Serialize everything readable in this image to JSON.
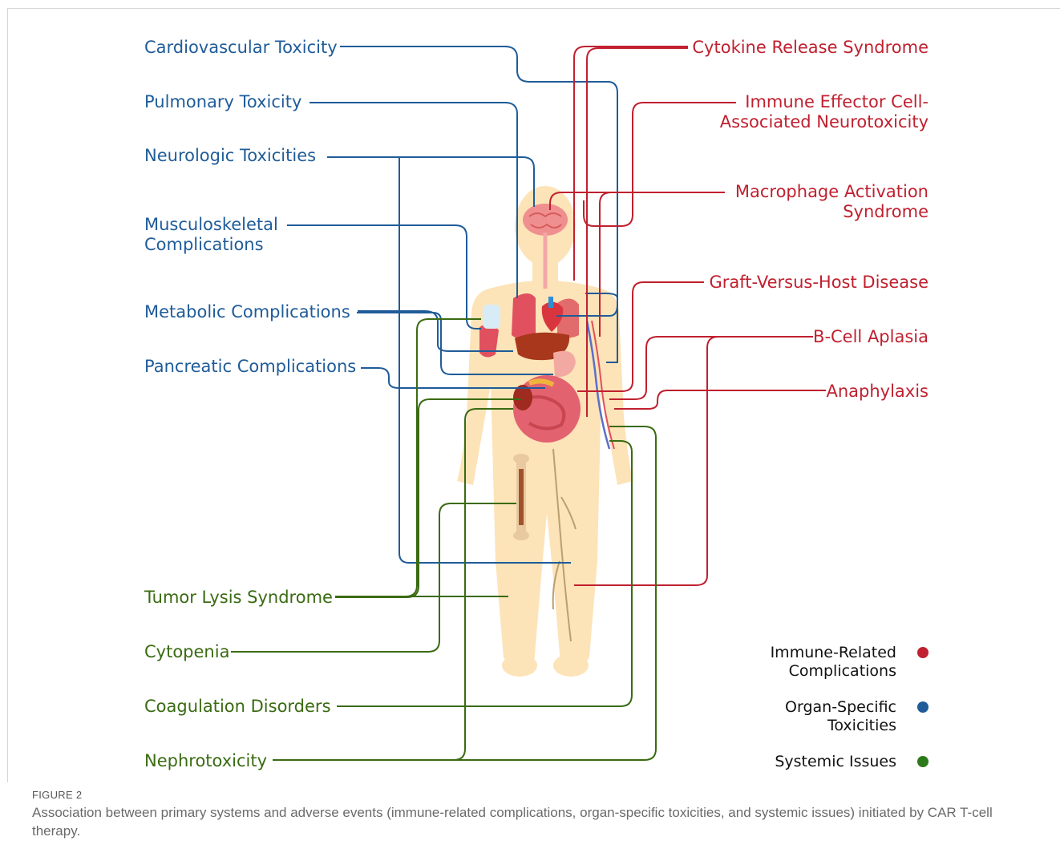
{
  "figure": {
    "label": "FIGURE 2",
    "caption": "Association between primary systems and adverse events (immune-related complications, organ-specific toxicities, and systemic issues) initiated by CAR T-cell therapy."
  },
  "colors": {
    "immune": "#c0202f",
    "organ": "#1f5c99",
    "systemic": "#3a6b12",
    "body": "#fde3b8"
  },
  "organ_labels": [
    [
      "Cardiovascular Toxicity"
    ],
    [
      "Pulmonary Toxicity"
    ],
    [
      "Neurologic Toxicities"
    ],
    [
      "Musculoskeletal",
      "Complications"
    ],
    [
      "Metabolic Complications"
    ],
    [
      "Pancreatic Complications"
    ]
  ],
  "systemic_labels": [
    [
      "Tumor Lysis Syndrome"
    ],
    [
      "Cytopenia"
    ],
    [
      "Coagulation Disorders"
    ],
    [
      "Nephrotoxicity"
    ]
  ],
  "immune_labels": [
    [
      "Cytokine Release Syndrome"
    ],
    [
      "Immune Effector Cell-",
      "Associated Neurotoxicity"
    ],
    [
      "Macrophage Activation",
      "Syndrome"
    ],
    [
      "Graft-Versus-Host Disease"
    ],
    [
      "B-Cell Aplasia"
    ],
    [
      "Anaphylaxis"
    ]
  ],
  "legend": [
    {
      "lines": [
        "Immune-Related",
        "Complications"
      ],
      "color": "#c0202f"
    },
    {
      "lines": [
        "Organ-Specific",
        "Toxicities"
      ],
      "color": "#1f5c99"
    },
    {
      "lines": [
        "Systemic Issues"
      ],
      "color": "#3a6b12"
    }
  ]
}
